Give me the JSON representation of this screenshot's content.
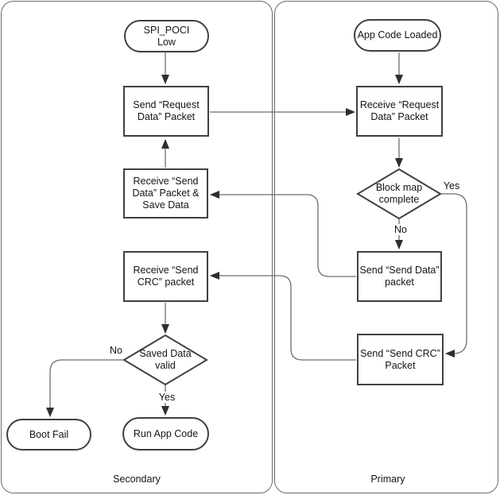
{
  "diagram": {
    "lanes": {
      "secondary": "Secondary",
      "primary": "Primary"
    },
    "nodes": {
      "spi_poci_low": {
        "label": "SPI_POCI\nLow",
        "type": "terminator"
      },
      "send_request_data": {
        "label": "Send “Request\nData” Packet",
        "type": "process"
      },
      "receive_send_data": {
        "label": "Receive “Send\nData” Packet &\nSave Data",
        "type": "process"
      },
      "receive_send_crc": {
        "label": "Receive “Send\nCRC” packet",
        "type": "process"
      },
      "saved_data_valid": {
        "label": "Saved Data\nvalid",
        "type": "decision"
      },
      "boot_fail": {
        "label": "Boot Fail",
        "type": "terminator"
      },
      "run_app_code": {
        "label": "Run App Code",
        "type": "terminator"
      },
      "app_code_loaded": {
        "label": "App Code Loaded",
        "type": "terminator"
      },
      "receive_request_data": {
        "label": "Receive “Request\nData” Packet",
        "type": "process"
      },
      "block_map_complete": {
        "label": "Block map\ncomplete",
        "type": "decision"
      },
      "send_send_data": {
        "label": "Send “Send Data”\npacket",
        "type": "process"
      },
      "send_send_crc": {
        "label": "Send “Send CRC”\nPacket",
        "type": "process"
      }
    },
    "edge_labels": {
      "saved_no": "No",
      "saved_yes": "Yes",
      "block_yes": "Yes",
      "block_no": "No"
    },
    "colors": {
      "shape_border": "#404040",
      "connector": "#6e6e6e",
      "arrowhead": "#2e2e2e",
      "lane_border": "#6b6b6b",
      "text": "#141414",
      "background": "#ffffff"
    }
  }
}
